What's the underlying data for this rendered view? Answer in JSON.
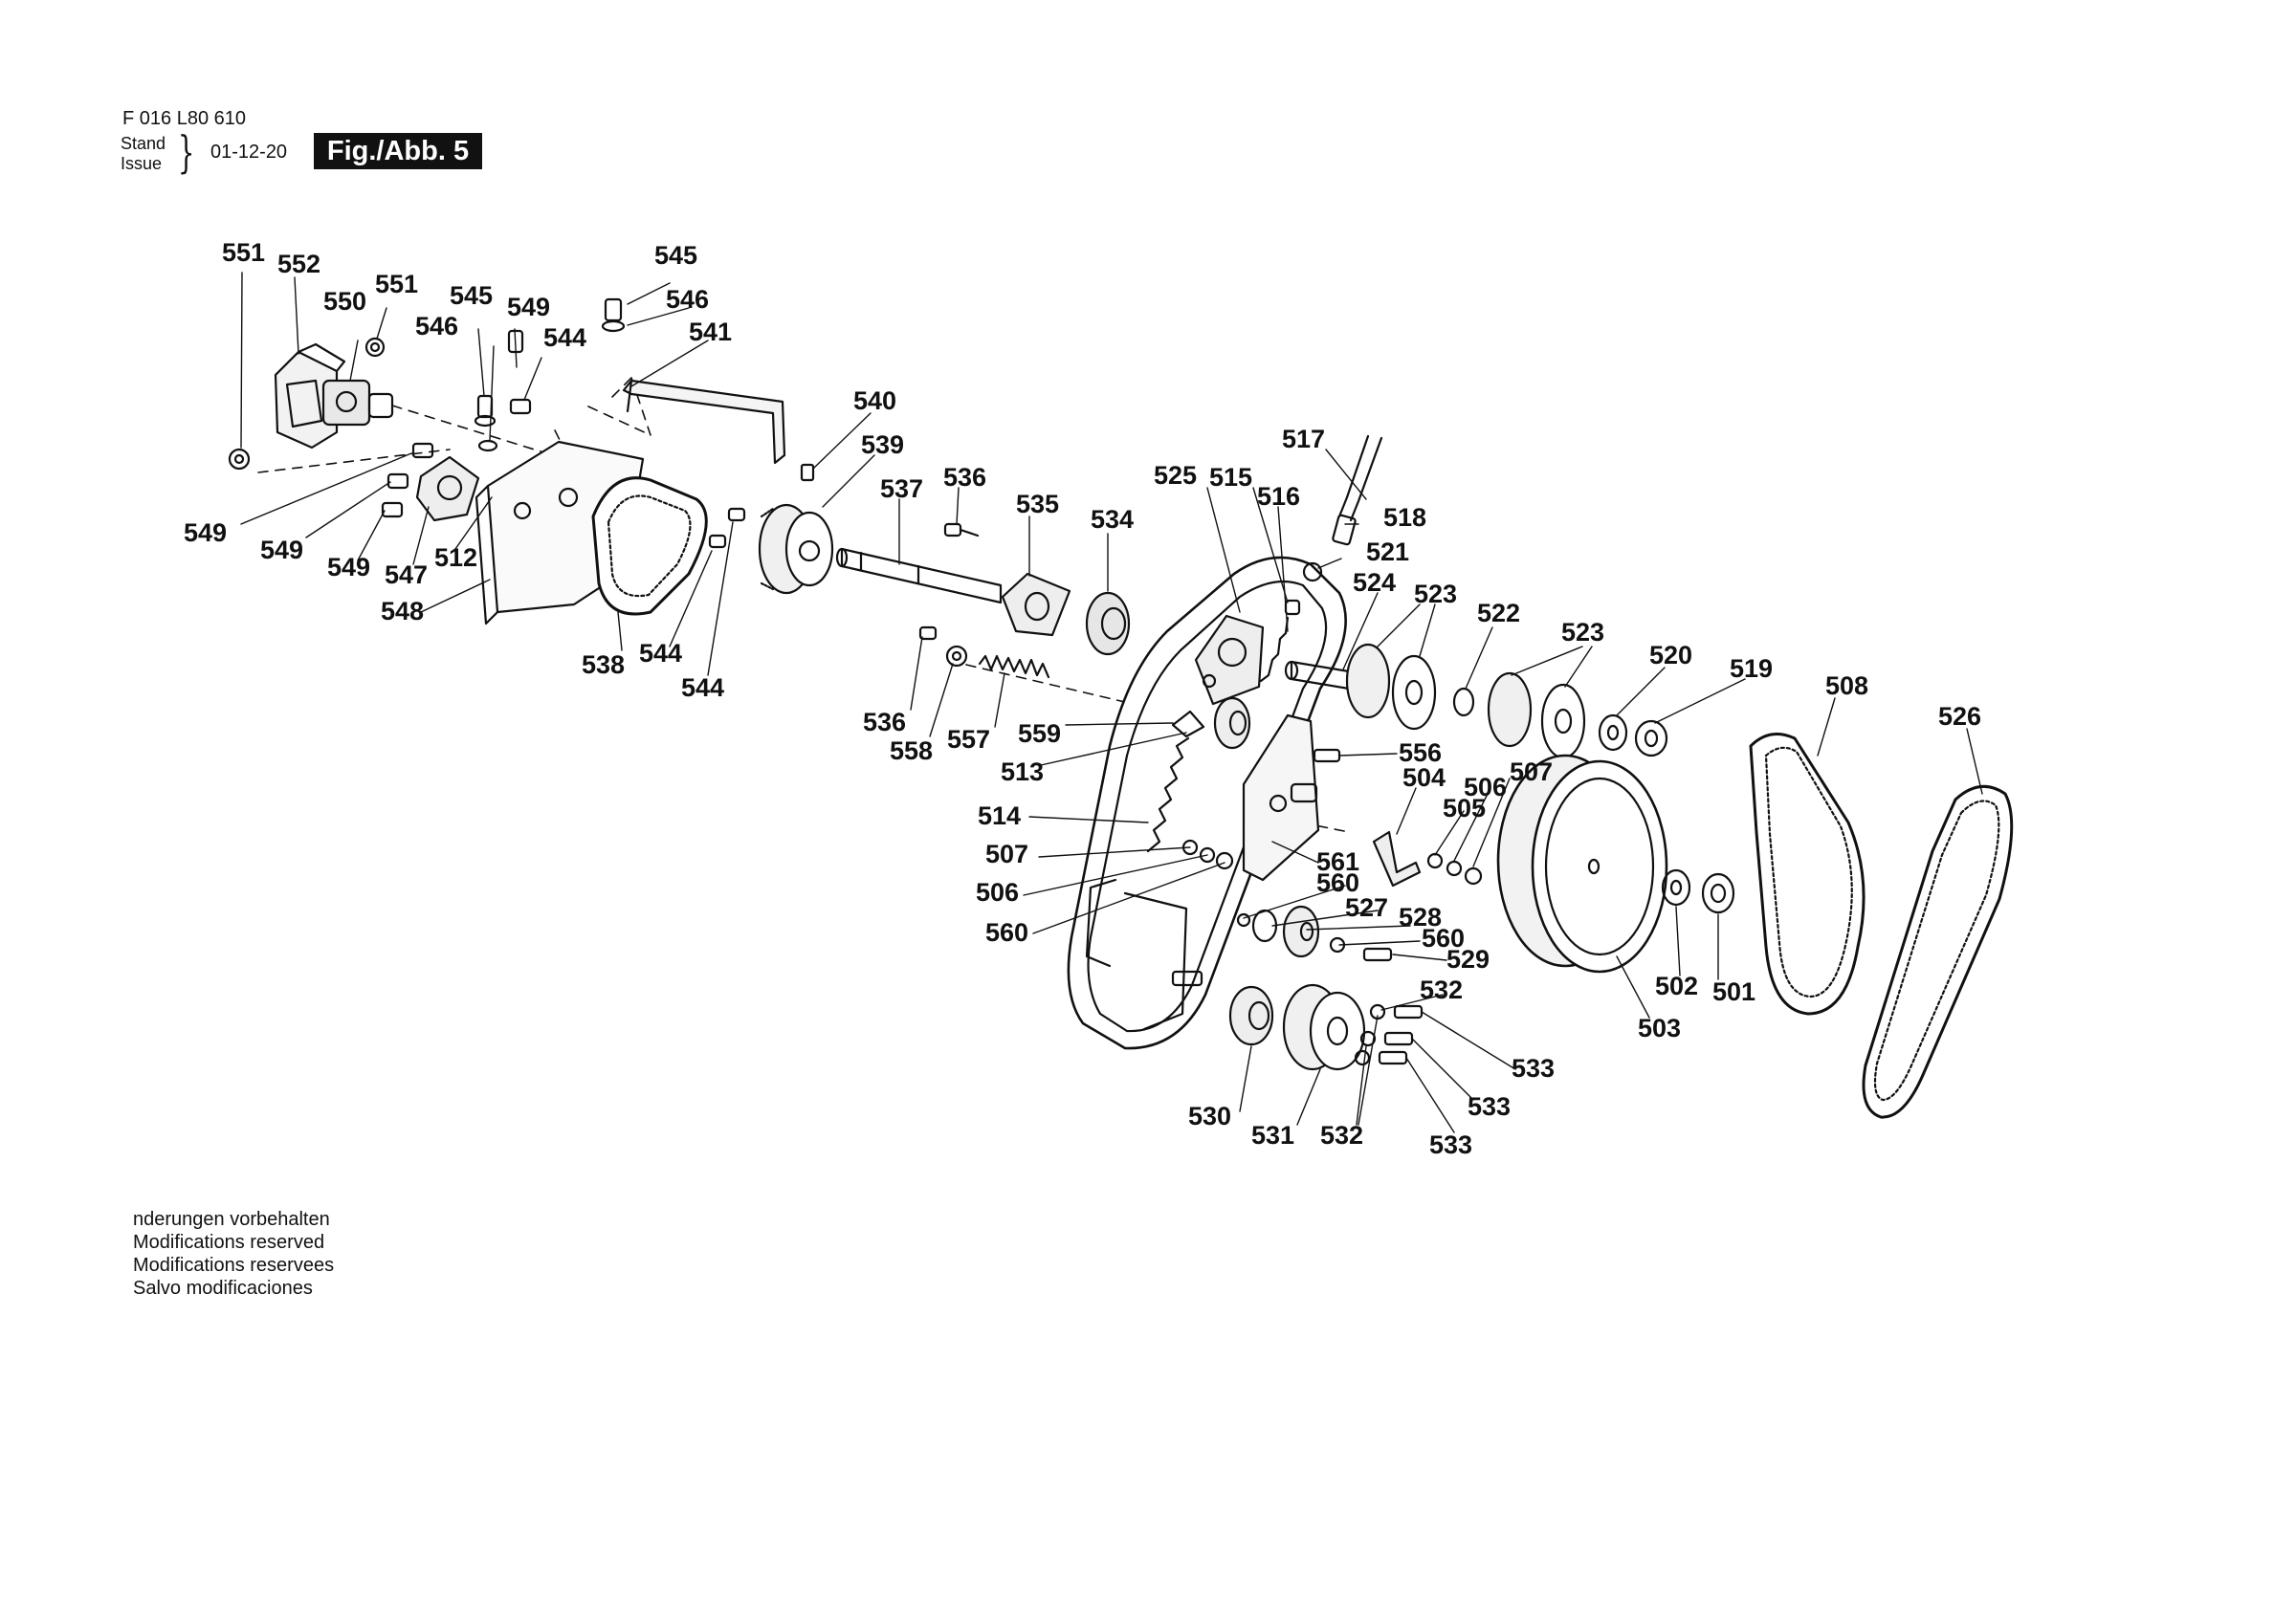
{
  "header": {
    "doc_number": "F 016 L80 610",
    "stand_label": "Stand",
    "issue_label": "Issue",
    "date": "01-12-20",
    "figure_label": "Fig./Abb. 5"
  },
  "notes": [
    "nderungen vorbehalten",
    "Modifications reserved",
    "Modifications reservees",
    "Salvo modificaciones"
  ],
  "callouts": [
    "551",
    "552",
    "551",
    "550",
    "545",
    "549",
    "546",
    "544",
    "545",
    "546",
    "541",
    "540",
    "539",
    "537",
    "536",
    "535",
    "534",
    "525",
    "515",
    "516",
    "517",
    "518",
    "521",
    "524",
    "523",
    "522",
    "523",
    "520",
    "519",
    "508",
    "526",
    "549",
    "549",
    "549",
    "547",
    "512",
    "548",
    "538",
    "544",
    "544",
    "536",
    "558",
    "557",
    "559",
    "513",
    "556",
    "504",
    "506",
    "505",
    "507",
    "514",
    "507",
    "506",
    "560",
    "561",
    "560",
    "527",
    "528",
    "560",
    "529",
    "532",
    "533",
    "533",
    "533",
    "530",
    "531",
    "532",
    "503",
    "502",
    "501"
  ]
}
